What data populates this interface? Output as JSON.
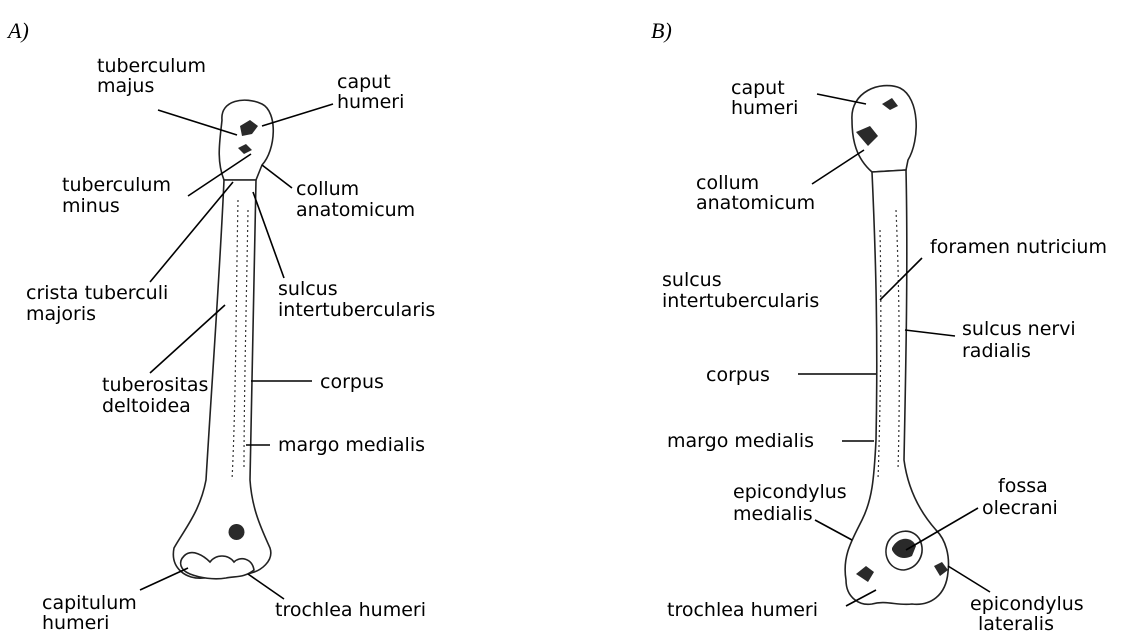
{
  "panels": {
    "a": {
      "letter": "A)",
      "labels": {
        "tuberculum_majus": [
          "tuberculum",
          "majus"
        ],
        "caput_humeri": [
          "caput",
          "humeri"
        ],
        "tuberculum_minus": [
          "tuberculum",
          "minus"
        ],
        "collum_anatomicum": [
          "collum",
          "anatomicum"
        ],
        "crista_tuberculi_majoris": [
          "crista tuberculi",
          "majoris"
        ],
        "sulcus_intertubercularis": [
          "sulcus",
          "intertubercularis"
        ],
        "tuberositas_deltoidea": [
          "tuberositas",
          "deltoidea"
        ],
        "corpus": "corpus",
        "margo_medialis": "margo medialis",
        "capitulum_humeri": [
          "capitulum",
          "humeri"
        ],
        "trochlea_humeri": "trochlea humeri"
      }
    },
    "b": {
      "letter": "B)",
      "labels": {
        "caput_humeri": [
          "caput",
          "humeri"
        ],
        "collum_anatomicum": [
          "collum",
          "anatomicum"
        ],
        "foramen_nutricium": "foramen nutricium",
        "sulcus_intertubercularis": [
          "sulcus",
          "intertubercularis"
        ],
        "sulcus_nervi_radialis": [
          "sulcus nervi",
          "radialis"
        ],
        "corpus": "corpus",
        "margo_medialis": "margo medialis",
        "epicondylus_medialis": [
          "epicondylus",
          "medialis"
        ],
        "fossa_olecrani": [
          "fossa",
          "olecrani"
        ],
        "trochlea_humeri": "trochlea humeri",
        "epicondylus_lateralis": [
          "epicondylus",
          "lateralis"
        ]
      }
    }
  }
}
